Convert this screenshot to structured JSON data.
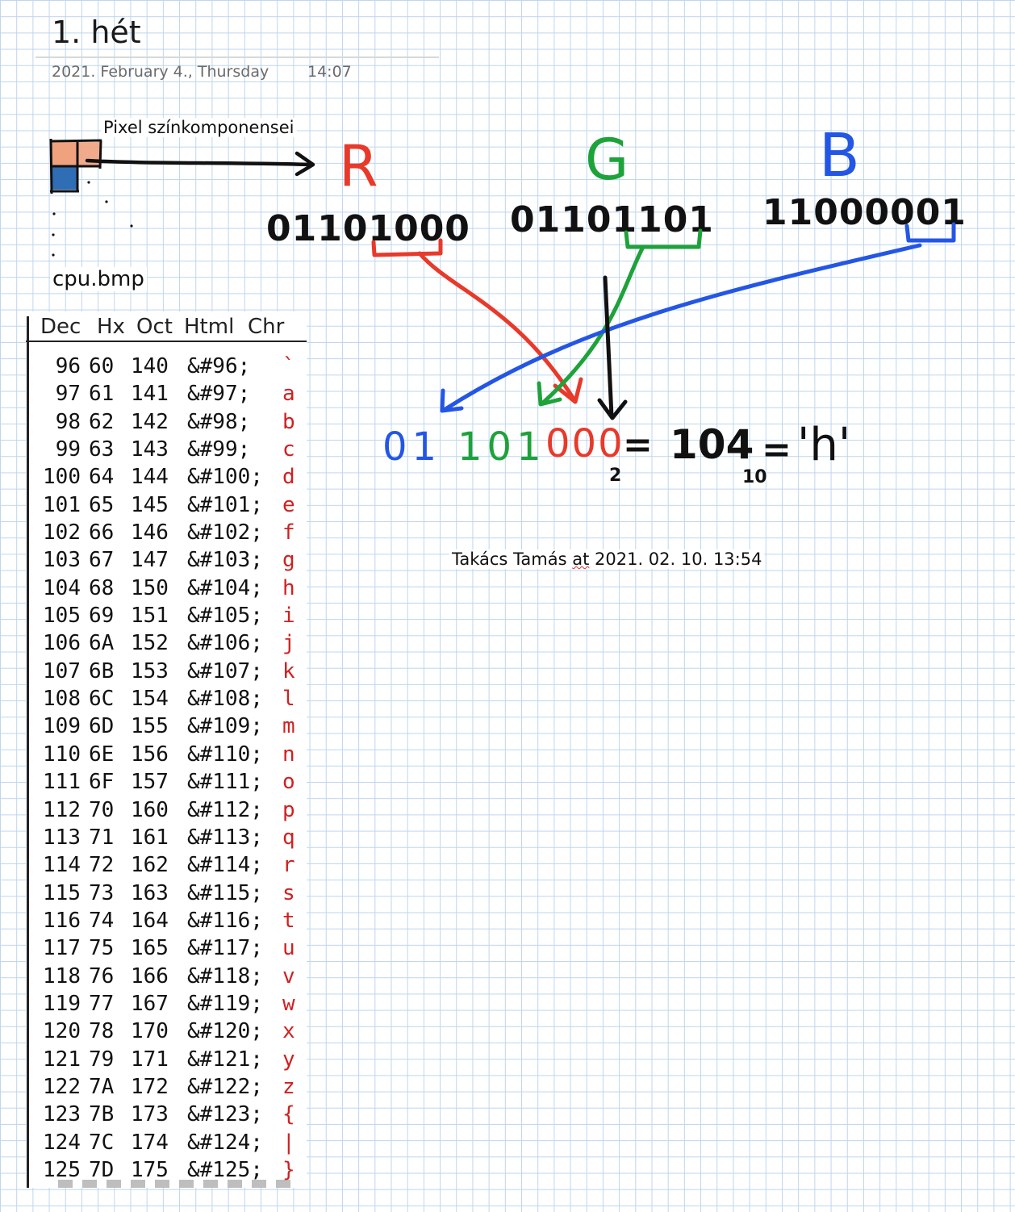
{
  "page": {
    "title": "1. hét",
    "date": "2021. February 4., Thursday",
    "time": "14:07"
  },
  "notes": {
    "caption": "Pixel színkomponensei",
    "filename": "cpu.bmp",
    "author_name": "Takács Tamás ",
    "author_at": "at",
    "author_stamp": " 2021. 02. 10. 13:54"
  },
  "ascii_table": {
    "headers": [
      "Dec",
      "Hx",
      "Oct",
      "Html",
      "Chr"
    ],
    "rows": [
      [
        "96",
        "60",
        "140",
        "&#96;",
        "`"
      ],
      [
        "97",
        "61",
        "141",
        "&#97;",
        "a"
      ],
      [
        "98",
        "62",
        "142",
        "&#98;",
        "b"
      ],
      [
        "99",
        "63",
        "143",
        "&#99;",
        "c"
      ],
      [
        "100",
        "64",
        "144",
        "&#100;",
        "d"
      ],
      [
        "101",
        "65",
        "145",
        "&#101;",
        "e"
      ],
      [
        "102",
        "66",
        "146",
        "&#102;",
        "f"
      ],
      [
        "103",
        "67",
        "147",
        "&#103;",
        "g"
      ],
      [
        "104",
        "68",
        "150",
        "&#104;",
        "h"
      ],
      [
        "105",
        "69",
        "151",
        "&#105;",
        "i"
      ],
      [
        "106",
        "6A",
        "152",
        "&#106;",
        "j"
      ],
      [
        "107",
        "6B",
        "153",
        "&#107;",
        "k"
      ],
      [
        "108",
        "6C",
        "154",
        "&#108;",
        "l"
      ],
      [
        "109",
        "6D",
        "155",
        "&#109;",
        "m"
      ],
      [
        "110",
        "6E",
        "156",
        "&#110;",
        "n"
      ],
      [
        "111",
        "6F",
        "157",
        "&#111;",
        "o"
      ],
      [
        "112",
        "70",
        "160",
        "&#112;",
        "p"
      ],
      [
        "113",
        "71",
        "161",
        "&#113;",
        "q"
      ],
      [
        "114",
        "72",
        "162",
        "&#114;",
        "r"
      ],
      [
        "115",
        "73",
        "163",
        "&#115;",
        "s"
      ],
      [
        "116",
        "74",
        "164",
        "&#116;",
        "t"
      ],
      [
        "117",
        "75",
        "165",
        "&#117;",
        "u"
      ],
      [
        "118",
        "76",
        "166",
        "&#118;",
        "v"
      ],
      [
        "119",
        "77",
        "167",
        "&#119;",
        "w"
      ],
      [
        "120",
        "78",
        "170",
        "&#120;",
        "x"
      ],
      [
        "121",
        "79",
        "171",
        "&#121;",
        "y"
      ],
      [
        "122",
        "7A",
        "172",
        "&#122;",
        "z"
      ],
      [
        "123",
        "7B",
        "173",
        "&#123;",
        "{"
      ],
      [
        "124",
        "7C",
        "174",
        "&#124;",
        "|"
      ],
      [
        "125",
        "7D",
        "175",
        "&#125;",
        "}"
      ]
    ]
  },
  "ink": {
    "r_letter": "R",
    "g_letter": "G",
    "b_letter": "B",
    "r_bits": "01101000",
    "g_bits": "01101101",
    "b_bits": "11000001",
    "result_blue_bits": "01",
    "result_green_bits": "101",
    "result_red_bits": "000",
    "base_two": "2",
    "equals_1": "=",
    "decimal": "104",
    "base_ten": "10",
    "equals_2": "=",
    "char_result": "'h'"
  },
  "colors": {
    "red": "#e8392a",
    "green": "#1ea23a",
    "blue": "#2456e6",
    "ink": "#111111",
    "grid": "#bcd6ef",
    "ascii_char": "#d02020",
    "pixel_salmon": "#f0a27f",
    "pixel_blue": "#2f6db4"
  }
}
